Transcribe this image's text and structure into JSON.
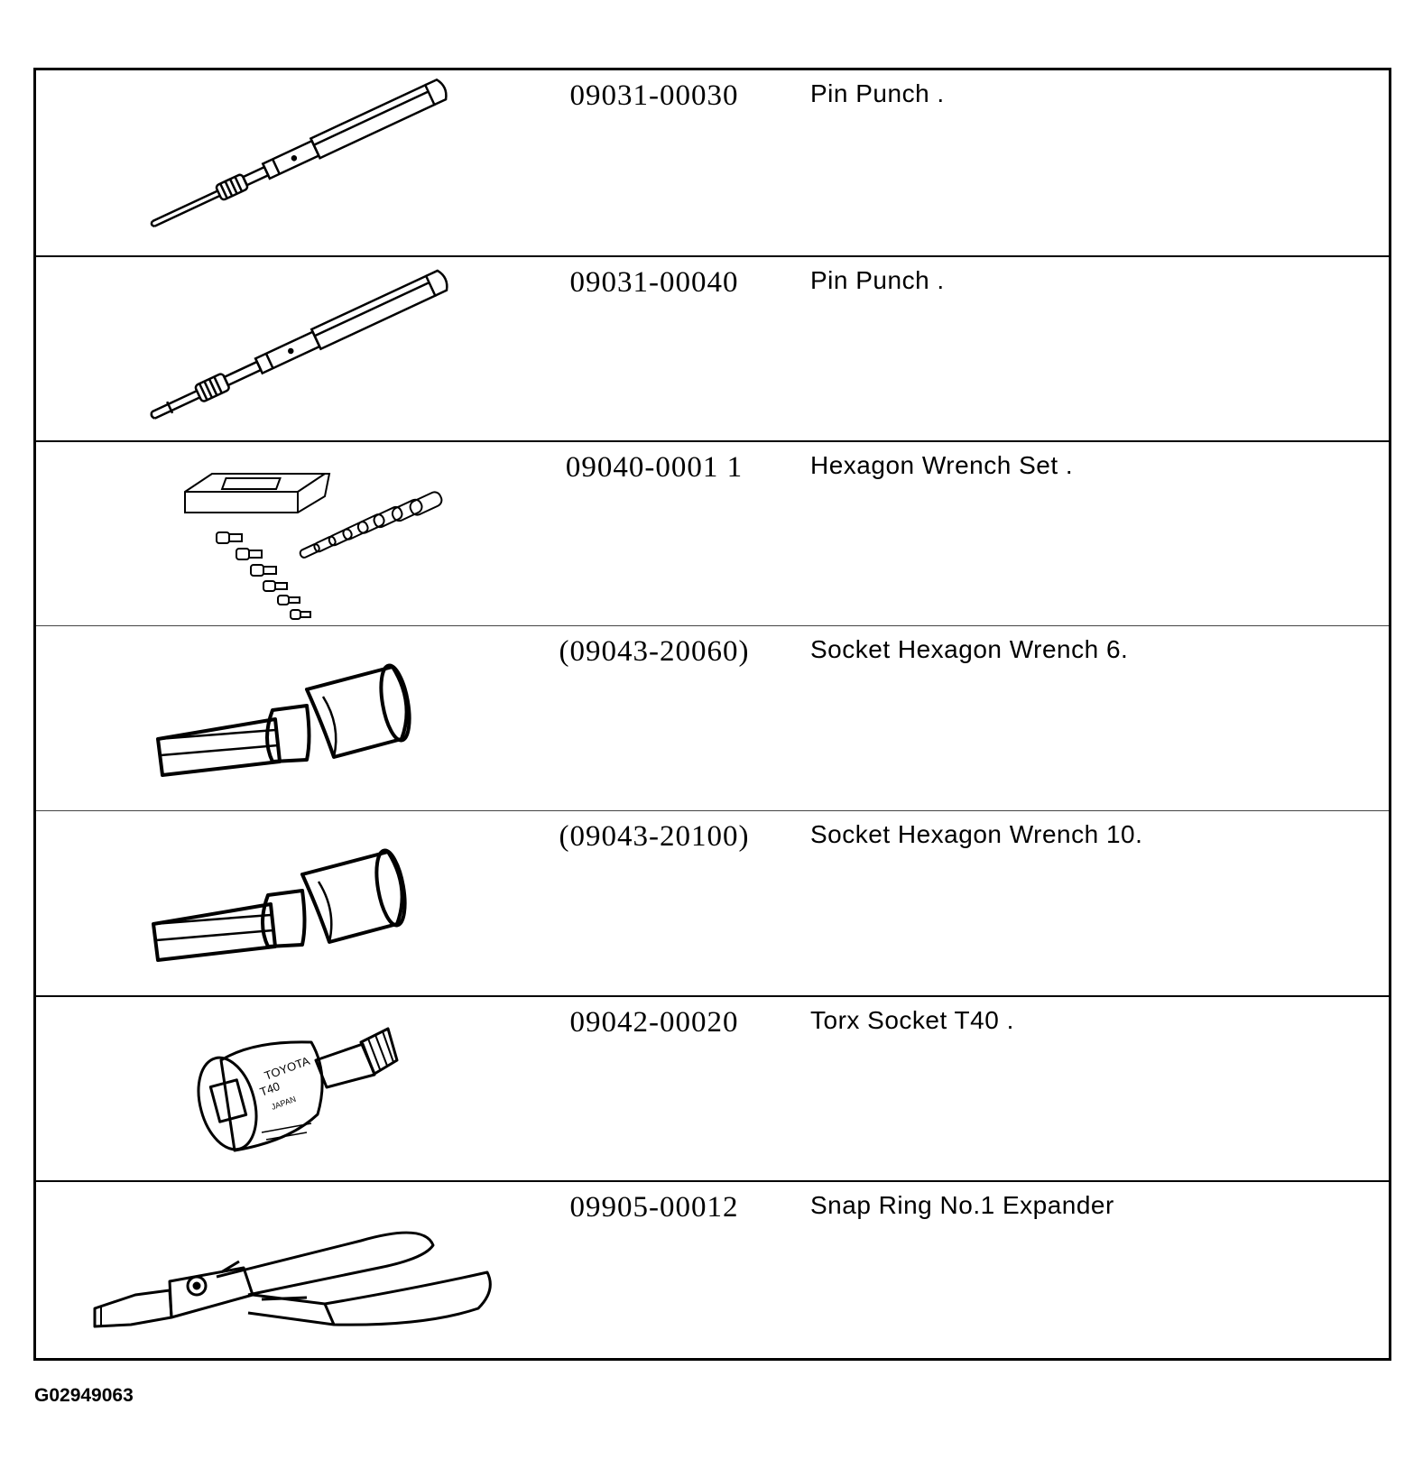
{
  "tools": [
    {
      "part_number": "09031-00030",
      "name": "Pin Punch ."
    },
    {
      "part_number": "09031-00040",
      "name": "Pin Punch ."
    },
    {
      "part_number": "09040-0001 1",
      "name": "Hexagon Wrench Set ."
    },
    {
      "part_number": "(09043-20060)",
      "name": "Socket Hexagon Wrench 6."
    },
    {
      "part_number": "(09043-20100)",
      "name": "Socket Hexagon Wrench 10."
    },
    {
      "part_number": "09042-00020",
      "name": "Torx Socket T40 ."
    },
    {
      "part_number": "09905-00012",
      "name": "Snap Ring No.1 Expander"
    }
  ],
  "socket_markings": {
    "line1": "TOYOTA",
    "line2": "T40",
    "line3": "JAPAN"
  },
  "figure_id": "G02949063"
}
